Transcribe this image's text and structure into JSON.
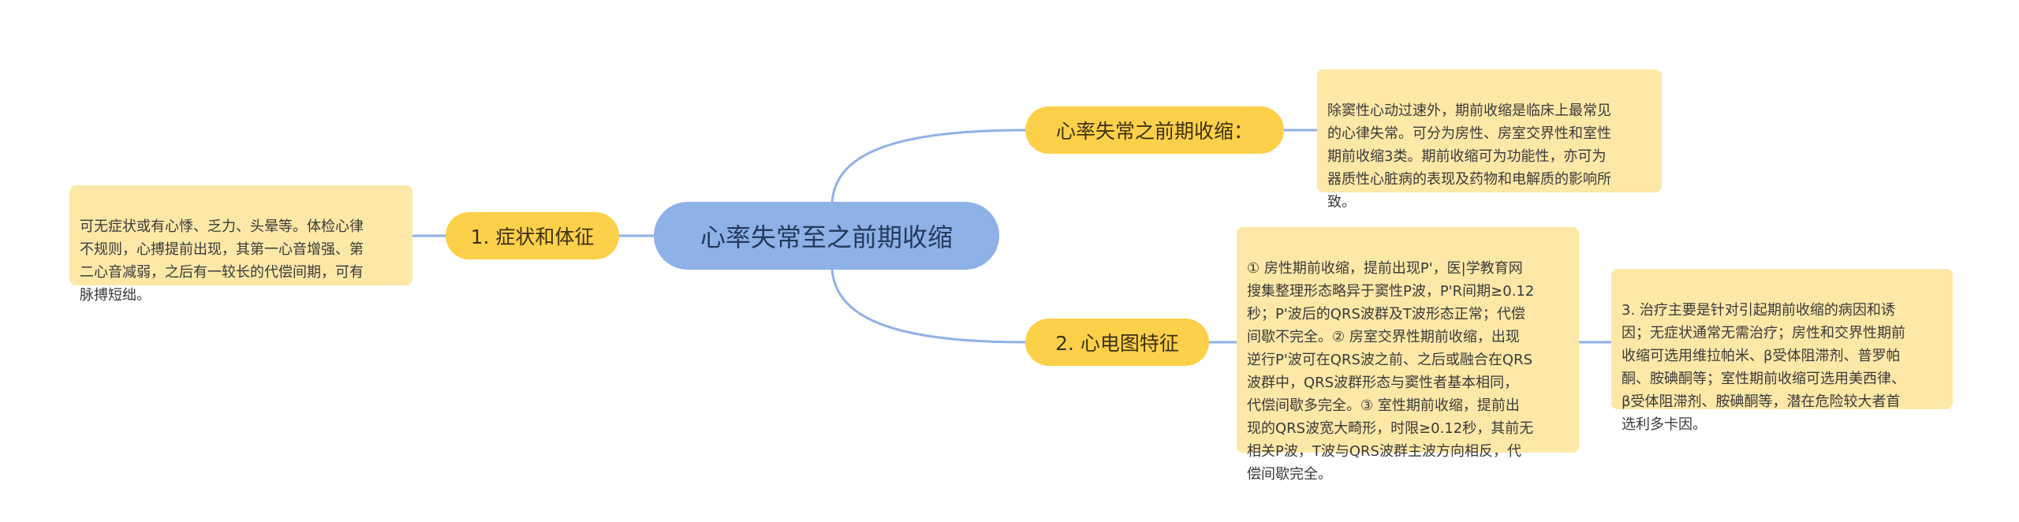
{
  "root": {
    "title": "心率失常至之前期收缩"
  },
  "branches": [
    {
      "label": "心率失常之前期收缩：",
      "note": "除窦性心动过速外，期前收缩是临床上最常见\n的心律失常。可分为房性、房室交界性和室性\n期前收缩3类。期前收缩可为功能性，亦可为\n器质性心脏病的表现及药物和电解质的影响所\n致。"
    },
    {
      "label": "1. 症状和体征",
      "note": "可无症状或有心悸、乏力、头晕等。体检心律\n不规则，心搏提前出现，其第一心音增强、第\n二心音减弱，之后有一较长的代偿间期，可有\n脉搏短绌。"
    },
    {
      "label": "2. 心电图特征",
      "note": "① 房性期前收缩，提前出现P'，医|学教育网\n搜集整理形态略异于窦性P波，P'R间期≥0.12\n秒；P'波后的QRS波群及T波形态正常；代偿\n间歇不完全。② 房室交界性期前收缩，出现\n逆行P'波可在QRS波之前、之后或融合在QRS\n波群中，QRS波群形态与窦性者基本相同，\n代偿间歇多完全。③ 室性期前收缩，提前出\n现的QRS波宽大畸形，时限≥0.12秒，其前无\n相关P波，T波与QRS波群主波方向相反，代\n偿间歇完全。",
      "child_note": "3. 治疗主要是针对引起期前收缩的病因和诱\n因；无症状通常无需治疗；房性和交界性期前\n收缩可选用维拉帕米、β受体阻滞剂、普罗帕\n酮、胺碘酮等；室性期前收缩可选用美西律、\nβ受体阻滞剂、胺碘酮等，潜在危险较大者首\n选利多卡因。"
    }
  ],
  "colors": {
    "root_fill": "#8eb1e8",
    "branch_fill": "#fdd04a",
    "note_fill": "#fde8a7",
    "connector": "#8eb1e8"
  }
}
